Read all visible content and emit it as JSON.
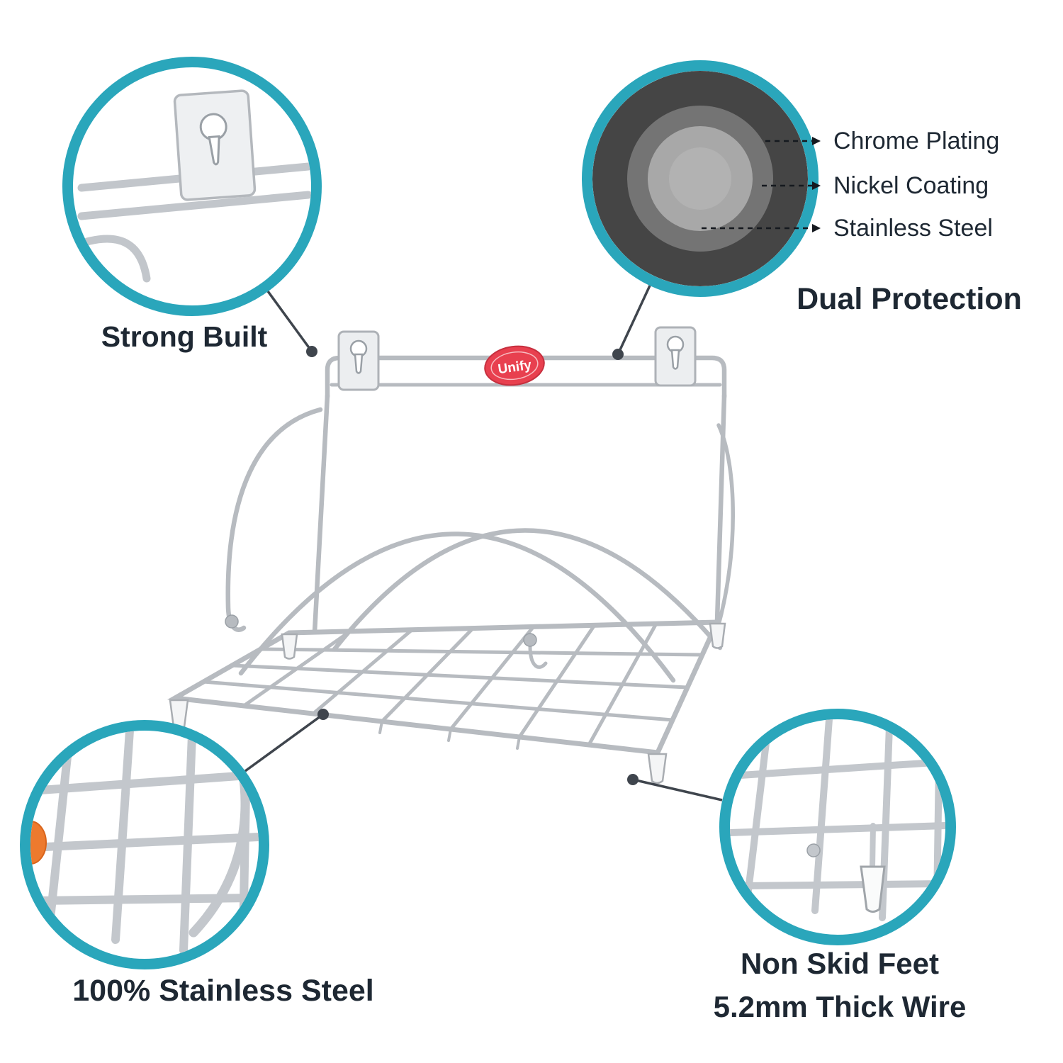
{
  "colors": {
    "accent_teal": "#2AA6BB",
    "text_dark": "#1E2833",
    "wire_gray": "#B7BBC0",
    "logo_red": "#E8404F",
    "layer_chrome": "#454545",
    "layer_nickel": "#747474",
    "layer_steel": "#A8A8A8"
  },
  "callouts": {
    "strong_built": {
      "label": "Strong Built"
    },
    "dual_protection": {
      "title": "Dual Protection",
      "layers": [
        {
          "label": "Chrome Plating"
        },
        {
          "label": "Nickel Coating"
        },
        {
          "label": "Stainless Steel"
        }
      ]
    },
    "stainless_steel": {
      "label": "100% Stainless Steel"
    },
    "non_skid": {
      "label_line1": "Non Skid Feet",
      "label_line2": "5.2mm Thick Wire"
    }
  },
  "product": {
    "brand": "Unify"
  }
}
